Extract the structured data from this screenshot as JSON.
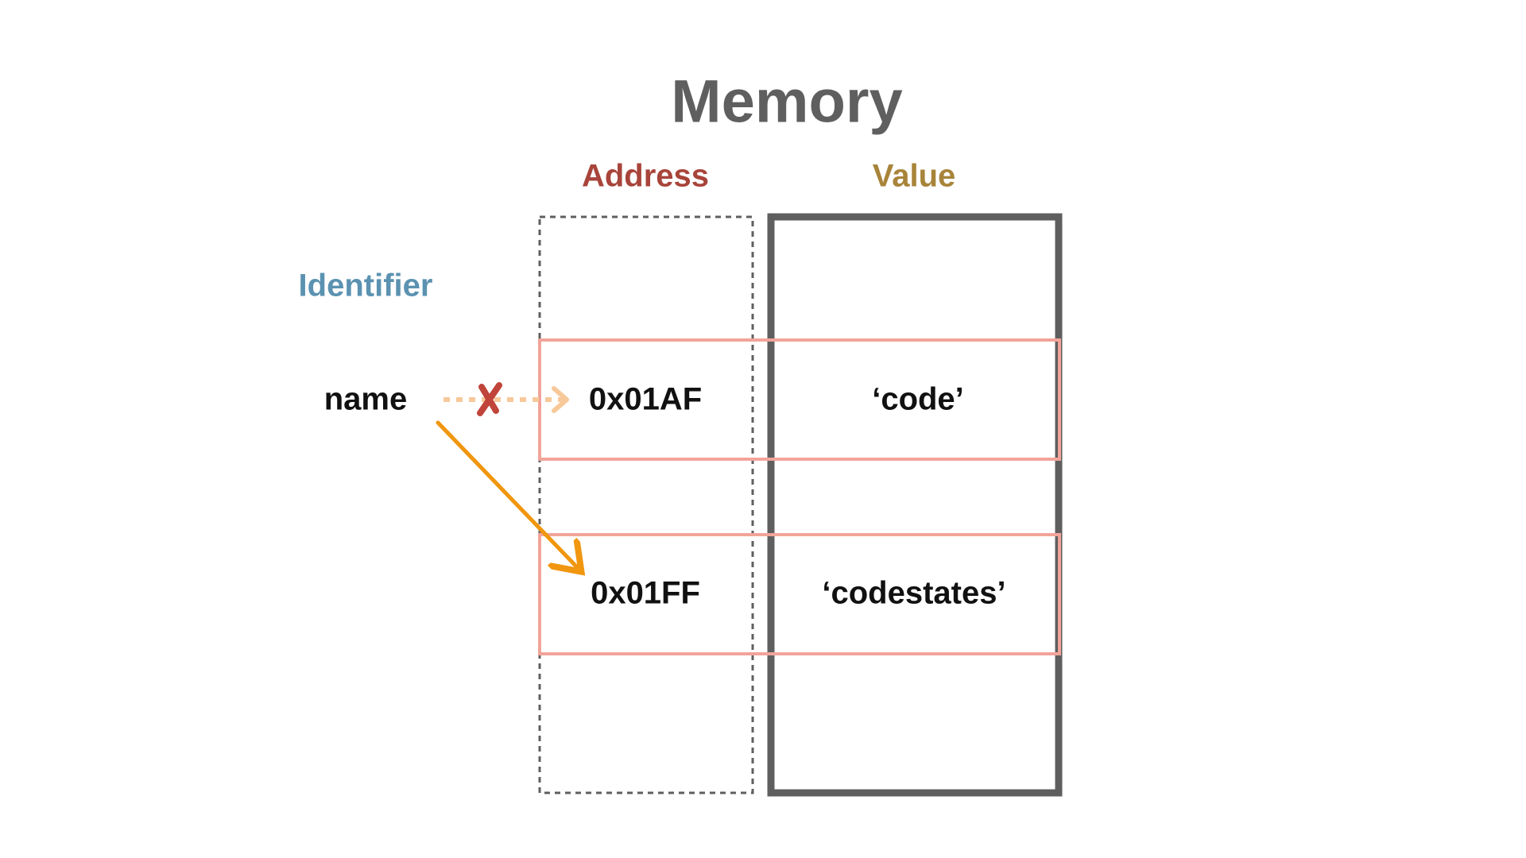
{
  "title": "Memory",
  "headers": {
    "address": "Address",
    "value": "Value"
  },
  "identifier_label": "Identifier",
  "variable_name": "name",
  "cells": [
    {
      "address": "0x01AF",
      "value": "‘code’"
    },
    {
      "address": "0x01FF",
      "value": "‘codestates’"
    }
  ],
  "colors": {
    "title": "#5f5f5f",
    "address_header": "#a8443a",
    "value_header": "#a8843a",
    "identifier": "#5b92b1",
    "cell_highlight": "#f2a49a",
    "old_pointer": "#f7c99a",
    "new_pointer": "#f0960f",
    "cross_mark": "#c0443a",
    "value_border": "#5f5f5f",
    "address_border": "#5f5f5f"
  }
}
